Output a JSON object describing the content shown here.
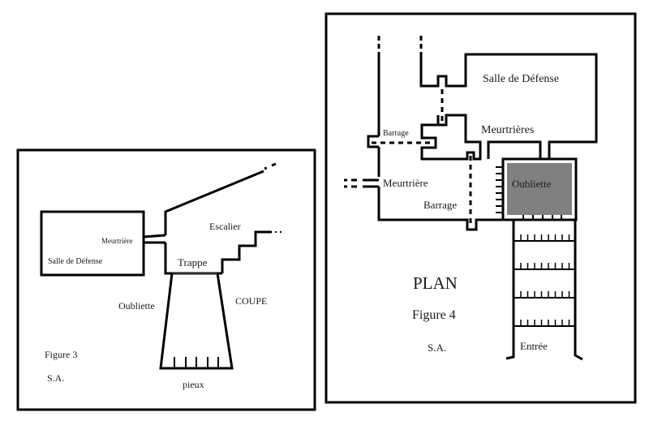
{
  "figure3": {
    "salle_defense": "Salle de Défense",
    "meurtriere": "Meurtrière",
    "escalier": "Escalier",
    "trappe": "Trappe",
    "oubliette": "Oubliette",
    "coupe": "COUPE",
    "pieux": "pieux",
    "figure_label": "Figure 3",
    "author": "S.A."
  },
  "figure4": {
    "salle_defense": "Salle de Défense",
    "barrage_upper": "Barrage",
    "meurtrieres": "Meurtrières",
    "meurtriere": "Meurtrière",
    "barrage_lower": "Barrage",
    "oubliette": "Oubliette",
    "plan": "PLAN",
    "figure_label": "Figure 4",
    "author": "S.A.",
    "entree": "Entrée"
  },
  "colors": {
    "oubliette_fill": "#808080",
    "ink": "#000000"
  }
}
